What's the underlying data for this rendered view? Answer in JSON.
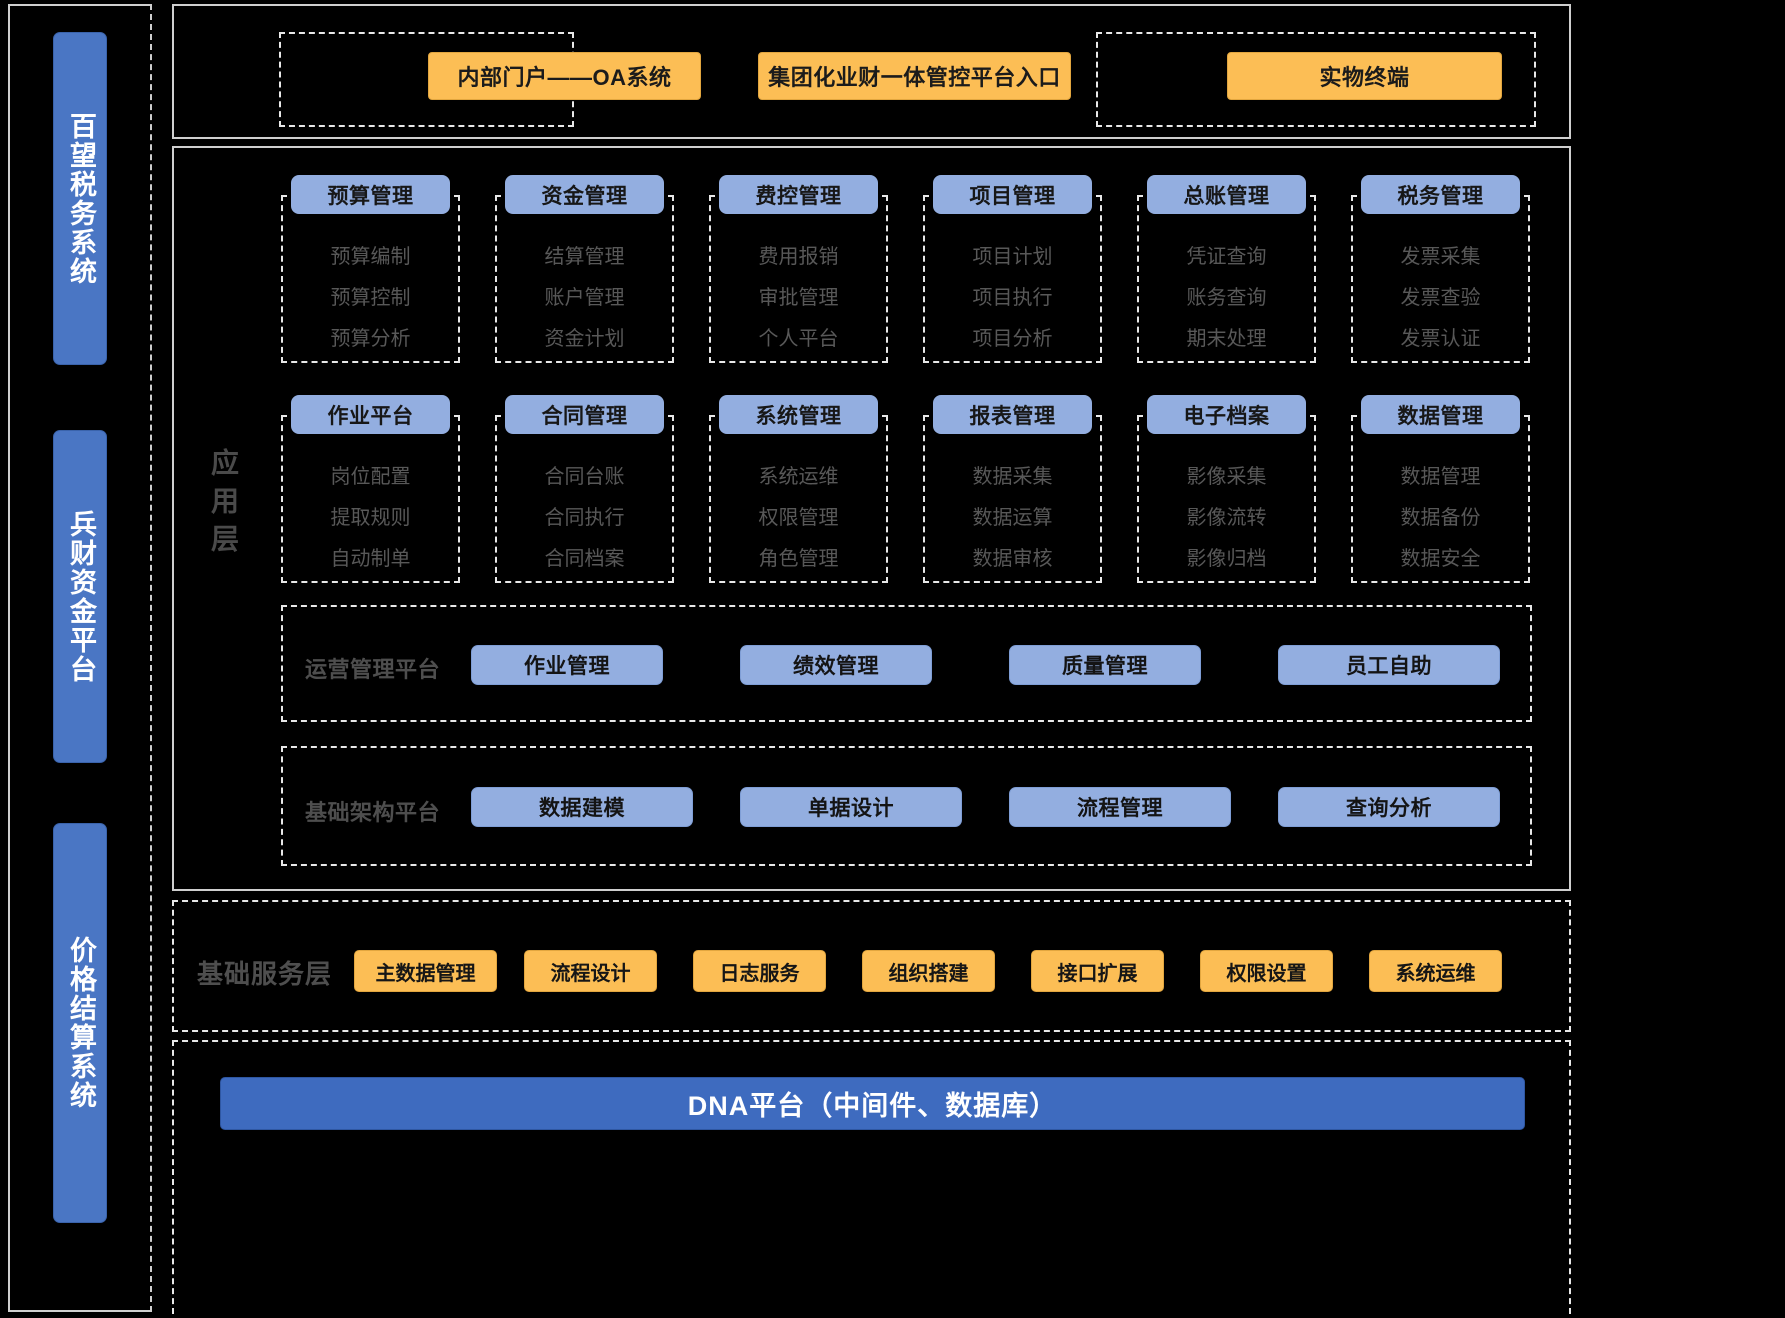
{
  "sidebar": {
    "items": [
      {
        "label": "百望税务系统"
      },
      {
        "label": "兵财资金平台"
      },
      {
        "label": "价格结算系统"
      }
    ]
  },
  "portal": {
    "entries": [
      {
        "label": "内部门户——OA系统"
      },
      {
        "label": "集团化业财一体管控平台入口"
      },
      {
        "label": "实物终端"
      }
    ]
  },
  "application_layer": {
    "label": "应用层",
    "modules": [
      {
        "title": "预算管理",
        "items": [
          "预算编制",
          "预算控制",
          "预算分析"
        ]
      },
      {
        "title": "资金管理",
        "items": [
          "结算管理",
          "账户管理",
          "资金计划"
        ]
      },
      {
        "title": "费控管理",
        "items": [
          "费用报销",
          "审批管理",
          "个人平台"
        ]
      },
      {
        "title": "项目管理",
        "items": [
          "项目计划",
          "项目执行",
          "项目分析"
        ]
      },
      {
        "title": "总账管理",
        "items": [
          "凭证查询",
          "账务查询",
          "期末处理"
        ]
      },
      {
        "title": "税务管理",
        "items": [
          "发票采集",
          "发票查验",
          "发票认证"
        ]
      },
      {
        "title": "作业平台",
        "items": [
          "岗位配置",
          "提取规则",
          "自动制单"
        ]
      },
      {
        "title": "合同管理",
        "items": [
          "合同台账",
          "合同执行",
          "合同档案"
        ]
      },
      {
        "title": "系统管理",
        "items": [
          "系统运维",
          "权限管理",
          "角色管理"
        ]
      },
      {
        "title": "报表管理",
        "items": [
          "数据采集",
          "数据运算",
          "数据审核"
        ]
      },
      {
        "title": "电子档案",
        "items": [
          "影像采集",
          "影像流转",
          "影像归档"
        ]
      },
      {
        "title": "数据管理",
        "items": [
          "数据管理",
          "数据备份",
          "数据安全"
        ]
      }
    ],
    "ops_platform": {
      "label": "运营管理平台",
      "items": [
        "作业管理",
        "绩效管理",
        "质量管理",
        "员工自助"
      ]
    },
    "infra_platform": {
      "label": "基础架构平台",
      "items": [
        "数据建模",
        "单据设计",
        "流程管理",
        "查询分析"
      ]
    }
  },
  "base_service_layer": {
    "label": "基础服务层",
    "items": [
      "主数据管理",
      "流程设计",
      "日志服务",
      "组织搭建",
      "接口扩展",
      "权限设置",
      "系统运维"
    ]
  },
  "dna_platform": {
    "label": "DNA平台（中间件、数据库）"
  },
  "colors": {
    "background": "#000000",
    "blue_chip": "#93aee0",
    "blue_strong": "#3e6bbf",
    "blue_rail": "#4a76c4",
    "orange": "#fcbe55",
    "dashed_border": "#e8e8e8",
    "solid_border": "#cfcfcf",
    "muted_text": "#585858"
  }
}
